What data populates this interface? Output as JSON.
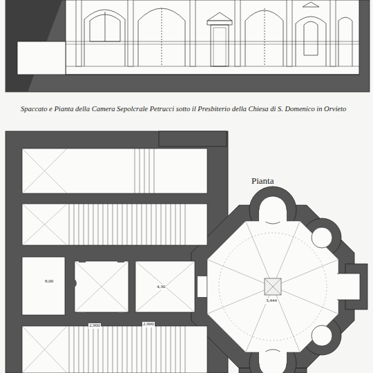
{
  "diagram": {
    "caption": "Spaccato e Pianta della Camera Sepolcrale Petrucci sotto il Presbiterio della Chiesa di S. Domenico in Orvieto",
    "labels": [
      "Pianta",
      "3,444",
      "2,900",
      "2,900",
      "4,30",
      "8,00"
    ]
  }
}
